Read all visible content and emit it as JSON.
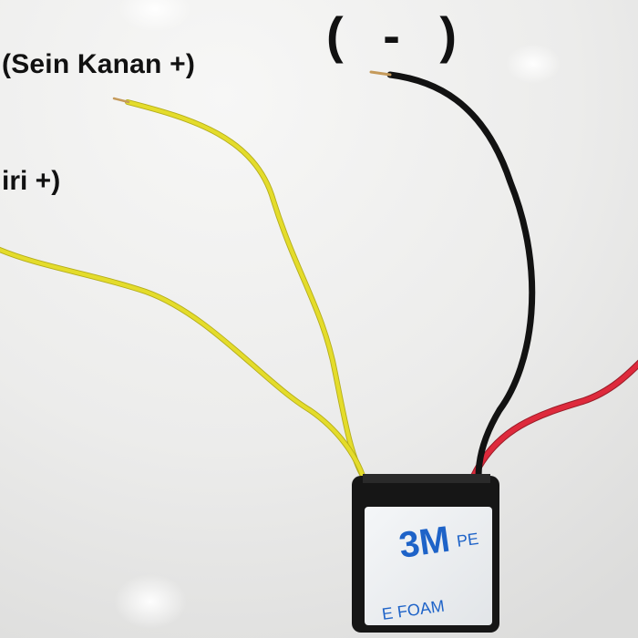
{
  "labels": {
    "sein_kanan": "(Sein Kanan +)",
    "sein_kiri_partial": "iri +)",
    "ground": "( - )"
  },
  "sticker": {
    "brand": "3M",
    "text_partial": "PE",
    "foam_partial": "E FOAM"
  },
  "colors": {
    "background": "#ebebea",
    "wire_yellow": "#e4dc2b",
    "wire_black": "#121212",
    "wire_red": "#de2a3c",
    "module_body": "#161616",
    "sticker_backing": "#eef0f2",
    "sticker_text": "#1e63c8"
  },
  "objects": [
    "yellow-wire",
    "yellow-wire",
    "black-wire",
    "red-wire",
    "flasher-module"
  ]
}
